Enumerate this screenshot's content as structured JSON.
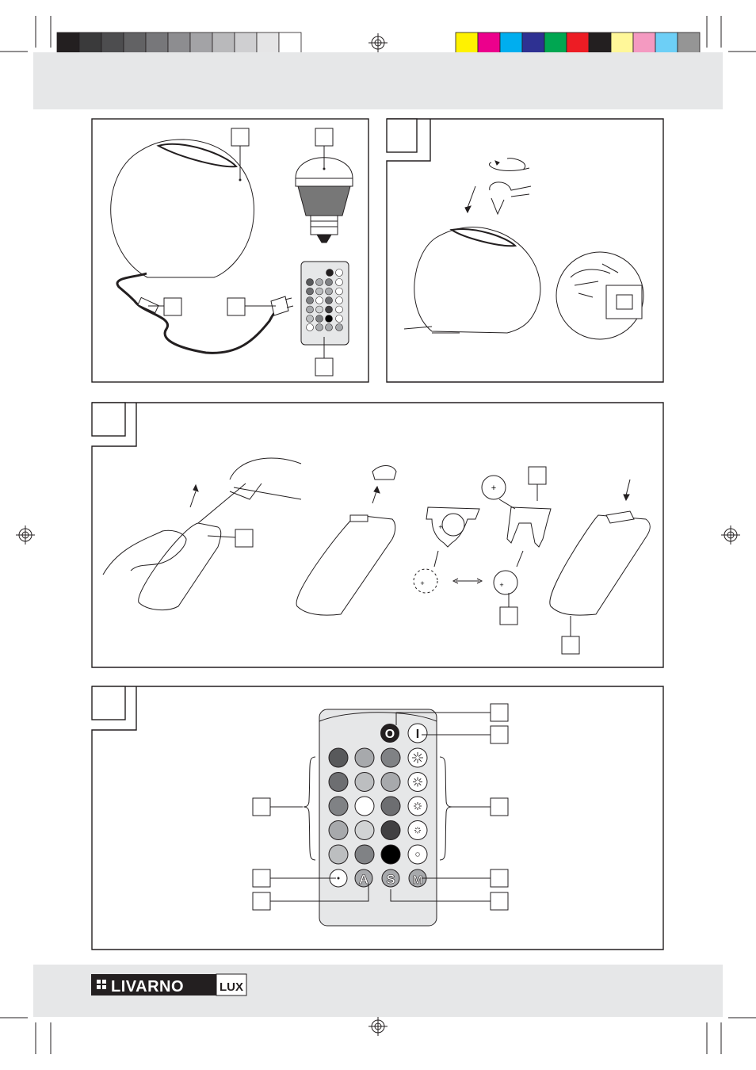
{
  "brand": {
    "name": "LIVARNO",
    "suffix": "LUX"
  },
  "remote_buttons": {
    "power_off": "O",
    "power_on": "I",
    "auto": "A",
    "speed": "S",
    "mode": "M"
  },
  "battery_symbol": "+",
  "colors": {
    "color_bar_gray": [
      "#231f20",
      "#3a3a3b",
      "#4d4d4f",
      "#626264",
      "#77777a",
      "#8d8d90",
      "#a3a3a6",
      "#b9b9bb",
      "#cfcfd1",
      "#e5e5e6",
      "#ffffff"
    ],
    "color_bar_process": [
      "#fff200",
      "#ec008c",
      "#00aeef",
      "#2e3192",
      "#00a651",
      "#ed1c24",
      "#231f20",
      "#fff799",
      "#f49ac1",
      "#6dcff6",
      "#959595"
    ],
    "header_band": "#e6e7e8",
    "footer_band": "#e6e7e8",
    "frame_stroke": "#231f20"
  }
}
